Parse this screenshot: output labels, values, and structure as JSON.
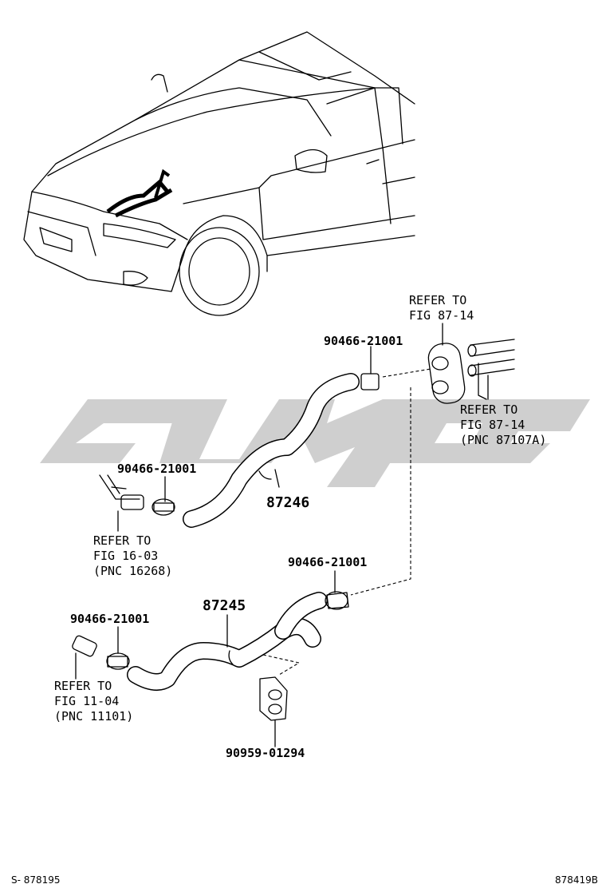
{
  "watermark": {
    "text": "cyyc",
    "color": "#cfcfcf"
  },
  "callouts": {
    "refer_87_14_top": {
      "line1": "REFER TO",
      "line2": "FIG 87-14"
    },
    "clamp_top": "90466-21001",
    "refer_87_14_right": {
      "line1": "REFER TO",
      "line2": "FIG 87-14",
      "line3": "(PNC 87107A)"
    },
    "clamp_left_upper": "90466-21001",
    "hose_upper": "87246",
    "refer_16_03": {
      "line1": "REFER TO",
      "line2": "FIG 16-03",
      "line3": "(PNC 16268)"
    },
    "clamp_mid_right": "90466-21001",
    "hose_lower": "87245",
    "clamp_left_lower": "90466-21001",
    "refer_11_04": {
      "line1": "REFER TO",
      "line2": "FIG 11-04",
      "line3": "(PNC 11101)"
    },
    "bracket": "90959-01294"
  },
  "footer": {
    "left": "S- 878195",
    "right": "878419B"
  }
}
